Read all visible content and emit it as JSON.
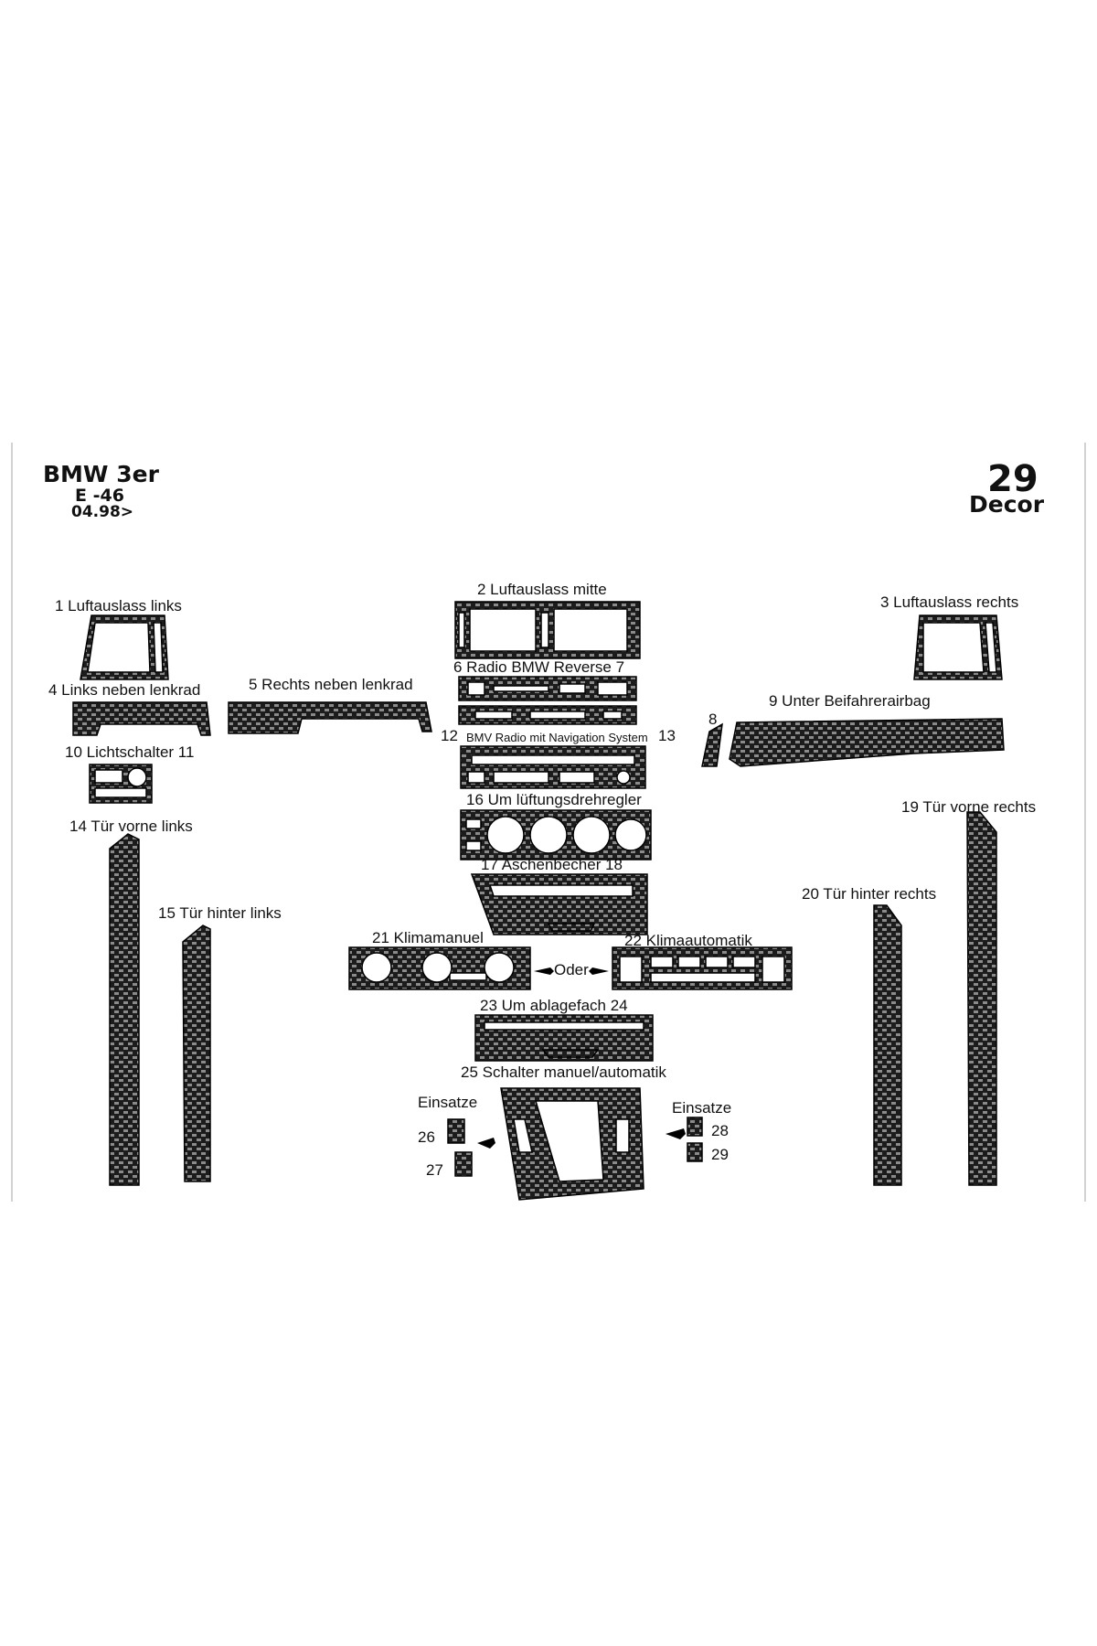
{
  "header": {
    "model": "BMW 3er",
    "code": "E -46",
    "date": "04.98>",
    "number": "29",
    "style": "Decor"
  },
  "colors": {
    "carbon_dark": "#1c1c1c",
    "carbon_light": "#8a8a8a",
    "outline": "#000000",
    "frame": "#d2d2d2"
  },
  "labels": {
    "p1": "1 Luftauslass links",
    "p2": "2 Luftauslass mitte",
    "p3": "3 Luftauslass rechts",
    "p4": "4 Links neben lenkrad",
    "p5": "5 Rechts neben lenkrad",
    "p6": "6 Radio BMW Reverse 7",
    "p8": "8",
    "p9": "9 Unter Beifahrerairbag",
    "p10": "10 Lichtschalter 11",
    "p12": "12",
    "p12_desc": "BMV Radio mit Navigation System",
    "p13": "13",
    "p14": "14 Tür vorne links",
    "p15": "15 Tür hinter links",
    "p16": "16 Um lüftungsdrehregler",
    "p17": "17 Aschenbecher 18",
    "p19": "19 Tür vorne rechts",
    "p20": "20 Tür hinter rechts",
    "p21": "21 Klimamanuel",
    "oder": "Oder",
    "p22": "22 Klimaautomatik",
    "p23": "23 Um ablagefach 24",
    "p25": "25 Schalter manuel/automatik",
    "einsatze_left": "Einsatze",
    "einsatze_right": "Einsatze",
    "p26": "26",
    "p27": "27",
    "p28": "28",
    "p29": "29"
  }
}
